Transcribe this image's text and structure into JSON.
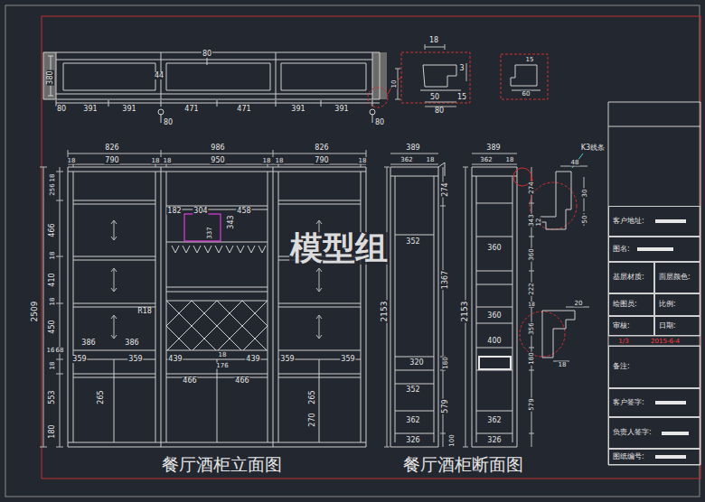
{
  "diagram": {
    "nodes": [
      {
        "text": [
          "客户地址:"
        ]
      },
      {
        "text": [
          "图名:"
        ]
      },
      {
        "text": [
          "基层材质:"
        ]
      },
      {
        "text": [
          "面层颜色:"
        ]
      },
      {
        "text": [
          "绘图员:"
        ]
      },
      {
        "text": [
          "比例:"
        ]
      },
      {
        "text": [
          "审核:"
        ]
      },
      {
        "text": [
          "日期:"
        ]
      },
      {
        "text": [
          "备注:"
        ]
      },
      {
        "text": [
          "客户签字:"
        ]
      },
      {
        "text": [
          "负责人签字:"
        ]
      },
      {
        "text": [
          "图纸编号:"
        ]
      }
    ],
    "labels": [
      "模型组",
      "餐厅酒柜立面图",
      "餐厅酒柜断面图",
      "380",
      "80",
      "44",
      "80",
      "391",
      "391",
      "471",
      "471",
      "391",
      "391",
      "80",
      "80",
      "18",
      "3",
      "10",
      "50",
      "15",
      "80",
      "15",
      "60",
      "826",
      "986",
      "826",
      "18",
      "790",
      "18",
      "18",
      "950",
      "18",
      "18",
      "790",
      "18",
      "2509",
      "18",
      "256",
      "466",
      "18",
      "410",
      "18",
      "450",
      "16",
      "68",
      "18",
      "553",
      "180",
      "182",
      "304",
      "458",
      "343",
      "337",
      "R18",
      "386",
      "386",
      "359",
      "359",
      "439",
      "18",
      "176",
      "439",
      "359",
      "359",
      "466",
      "466",
      "265",
      "265",
      "270",
      "389",
      "362",
      "18",
      "274",
      "1367",
      "180",
      "579",
      "100",
      "2153",
      "352",
      "320",
      "352",
      "362",
      "326",
      "389",
      "362",
      "18",
      "274",
      "343",
      "360",
      "222",
      "18",
      "356",
      "180",
      "579",
      "2153",
      "360",
      "360",
      "400",
      "362",
      "326",
      "K3线条",
      "48",
      "30",
      "50",
      "12",
      "20",
      "18",
      "1/3",
      "2015-6-4"
    ]
  }
}
